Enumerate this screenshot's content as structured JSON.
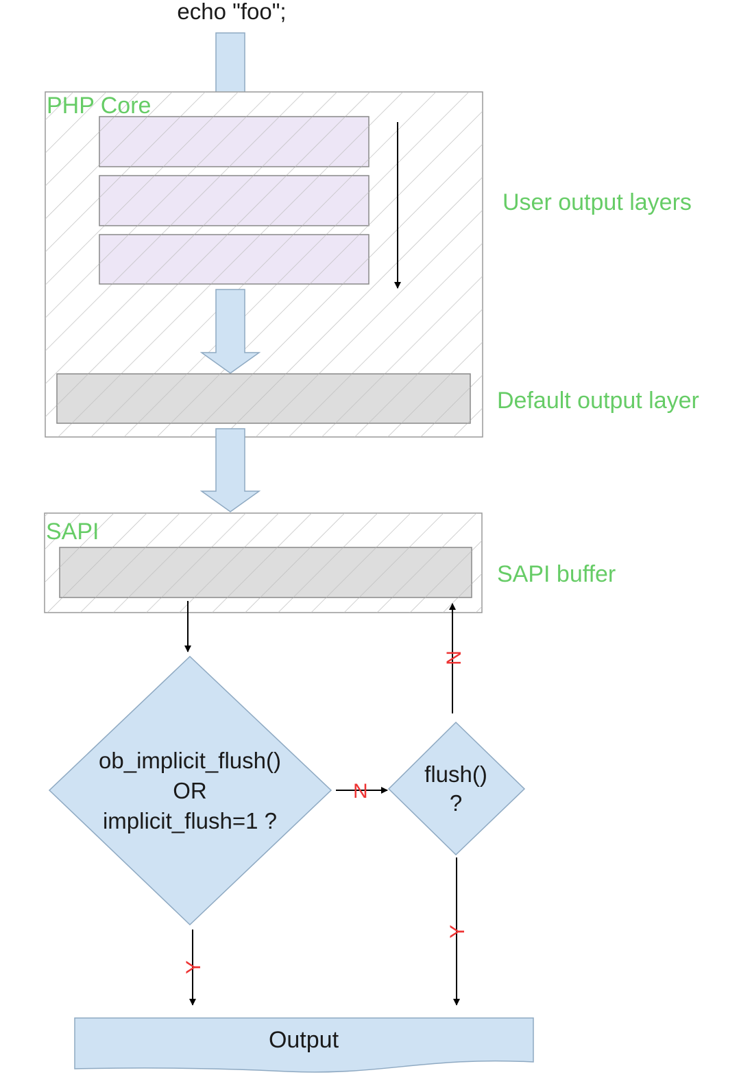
{
  "code_label": "echo \"foo\";",
  "php_core": {
    "title": "PHP Core",
    "user_layers_label": "User output layers",
    "default_layer_label": "Default output layer"
  },
  "sapi": {
    "title": "SAPI",
    "buffer_label": "SAPI buffer"
  },
  "decision_main": {
    "line1": "ob_implicit_flush()",
    "line2": "OR",
    "line3": "implicit_flush=1 ?"
  },
  "decision_flush": {
    "line1": "flush()",
    "line2": "?"
  },
  "edge_labels": {
    "yes": "Y",
    "no": "N"
  },
  "output_label": "Output",
  "colors": {
    "box_fill": "#cfe2f3",
    "layer_fill": "#ede6f6",
    "default_fill": "#dddddd",
    "label_green": "#66cc66",
    "edge_red": "#ee3333",
    "stroke": "#999999"
  }
}
